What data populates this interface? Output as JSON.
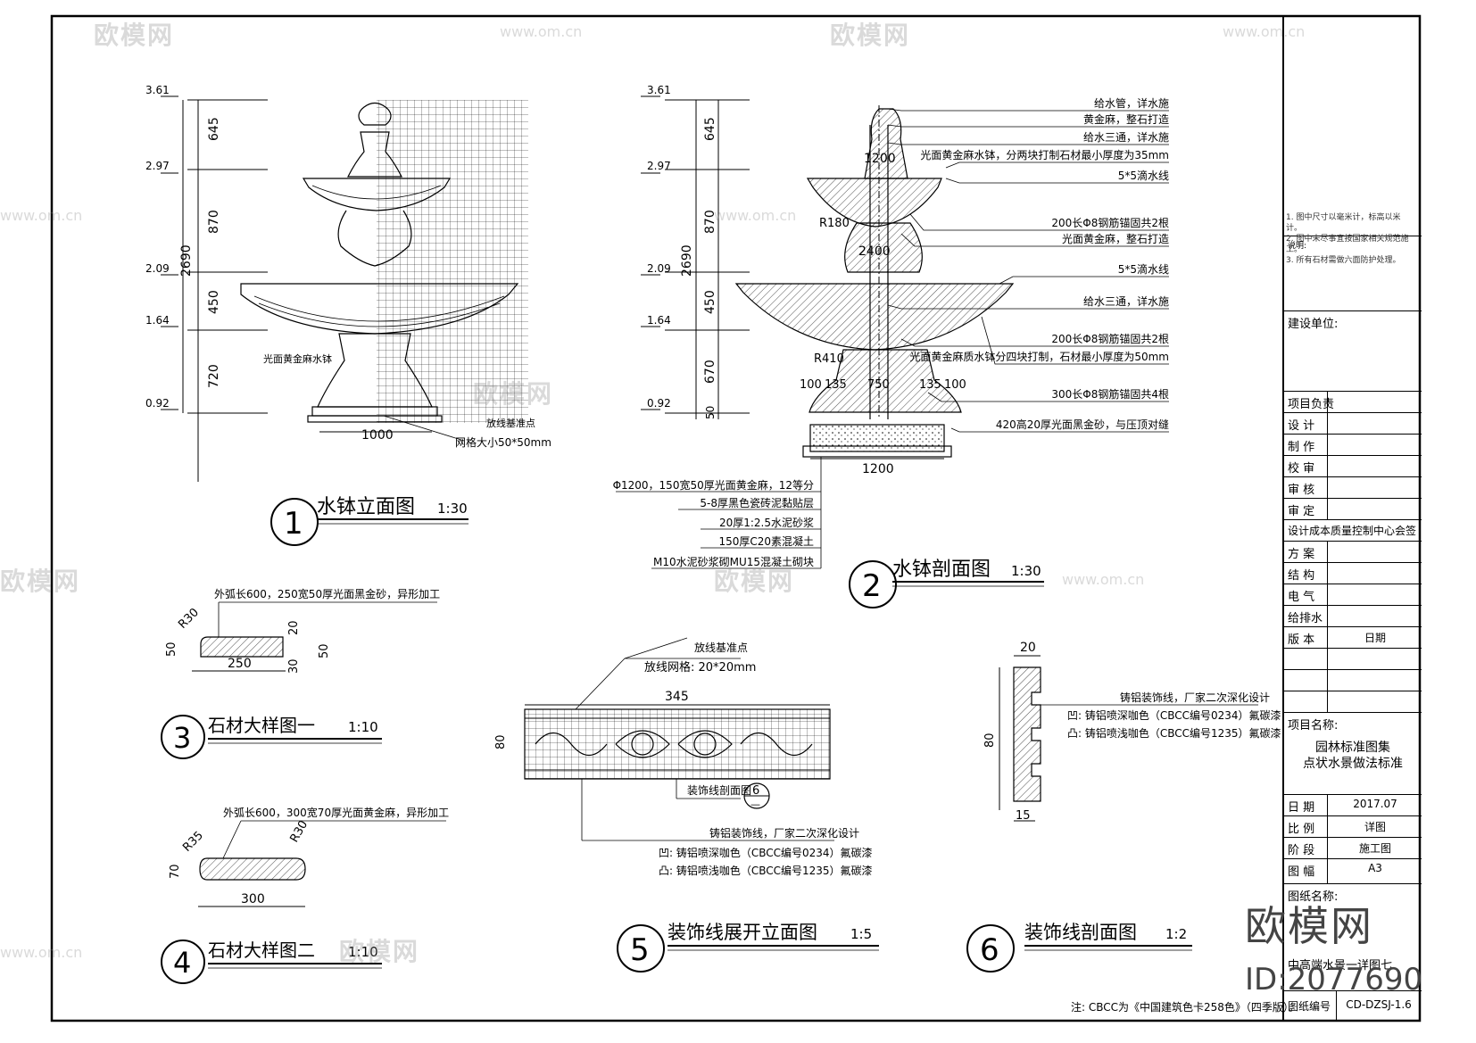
{
  "drawings": {
    "d1": {
      "num": "1",
      "title": "水钵立面图",
      "scale": "1:30",
      "levels": [
        "3.61",
        "2.97",
        "2.09",
        "1.64",
        "0.92"
      ],
      "dims": [
        "645",
        "870",
        "2690",
        "450",
        "720",
        "1000"
      ],
      "notes": [
        "光面黄金麻水钵",
        "放线基准点",
        "网格大小50*50mm"
      ]
    },
    "d2": {
      "num": "2",
      "title": "水钵剖面图",
      "scale": "1:30",
      "levels": [
        "3.61",
        "2.97",
        "2.09",
        "1.64",
        "0.92"
      ],
      "dims": [
        "645",
        "870",
        "2690",
        "450",
        "670",
        "50",
        "1200",
        "2400",
        "750",
        "1200"
      ],
      "radii": [
        "R180",
        "R410"
      ],
      "side_dims": [
        "100",
        "135",
        "135",
        "100"
      ],
      "callouts": [
        "给水管，详水施",
        "黄金麻，整石打造",
        "给水三通，详水施",
        "光面黄金麻水钵，分两块打制石材最小厚度为35mm",
        "5*5滴水线",
        "200长Φ8钢筋锚固共2根",
        "光面黄金麻，整石打造",
        "5*5滴水线",
        "给水三通，详水施",
        "200长Φ8钢筋锚固共2根",
        "光面黄金麻质水钵分四块打制，石材最小厚度为50mm",
        "300长Φ8钢筋锚固共4根",
        "420高20厚光面黑金砂，与压顶对缝"
      ],
      "layers": [
        "Φ1200，150宽50厚光面黄金麻，12等分",
        "5-8厚黑色瓷砖泥黏贴层",
        "20厚1:2.5水泥砂浆",
        "150厚C20素混凝土",
        "M10水泥砂浆砌MU15混凝土砌块"
      ]
    },
    "d3": {
      "num": "3",
      "title": "石材大样图一",
      "scale": "1:10",
      "note": "外弧长600，250宽50厚光面黑金砂，异形加工",
      "dims": [
        "R30",
        "50",
        "250",
        "20",
        "50",
        "30"
      ]
    },
    "d4": {
      "num": "4",
      "title": "石材大样图二",
      "scale": "1:10",
      "note": "外弧长600，300宽70厚光面黄金麻，异形加工",
      "dims": [
        "R35",
        "R30",
        "70",
        "300"
      ]
    },
    "d5": {
      "num": "5",
      "title": "装饰线展开立面图",
      "scale": "1:5",
      "notes": [
        "放线基准点",
        "放线网格: 20*20mm",
        "345",
        "80",
        "装饰线剖面图"
      ],
      "ref_num": "6",
      "ref_sub": "—",
      "callouts": [
        "铸铝装饰线，厂家二次深化设计",
        "凹: 铸铝喷深咖色（CBCC编号0234）氟碳漆",
        "凸: 铸铝喷浅咖色（CBCC编号1235）氟碳漆"
      ]
    },
    "d6": {
      "num": "6",
      "title": "装饰线剖面图",
      "scale": "1:2",
      "dims": [
        "20",
        "80",
        "15"
      ],
      "callouts": [
        "铸铝装饰线，厂家二次深化设计",
        "凹: 铸铝喷深咖色（CBCC编号0234）氟碳漆",
        "凸: 铸铝喷浅咖色（CBCC编号1235）氟碳漆"
      ]
    }
  },
  "footnote": "注: CBCC为《中国建筑色卡258色》（四季版）。",
  "titleblock": {
    "notes_label": "说明:",
    "notes": [
      "1. 图中尺寸以毫米计，标高以米计。",
      "2. 图中未尽事宜按国家相关规范施工。",
      "3. 所有石材需做六面防护处理。"
    ],
    "client_label": "建设单位:",
    "roles": [
      "项目负责",
      "设  计",
      "制  作",
      "校  审",
      "审  核",
      "审  定"
    ],
    "dept": "设计成本质量控制中心会签",
    "disciplines": [
      "方  案",
      "结  构",
      "电  气",
      "给排水"
    ],
    "version_label": "版  本",
    "version_value": "日期",
    "project_label": "项目名称:",
    "project_name": [
      "园林标准图集",
      "点状水景做法标准"
    ],
    "meta": [
      {
        "k": "日  期",
        "v": "2017.07"
      },
      {
        "k": "比  例",
        "v": "详图"
      },
      {
        "k": "阶  段",
        "v": "施工图"
      },
      {
        "k": "图  幅",
        "v": "A3"
      }
    ],
    "drawing_name_label": "图纸名称:",
    "drawing_name": "中高端水景一详图七",
    "drawing_no_label": "图纸编号",
    "drawing_no": "CD-DZSJ-1.6"
  },
  "watermark": {
    "brand": "欧模网",
    "site": "www.om.cn"
  },
  "brand_mark": {
    "name": "欧模网",
    "id": "ID:2077690"
  }
}
